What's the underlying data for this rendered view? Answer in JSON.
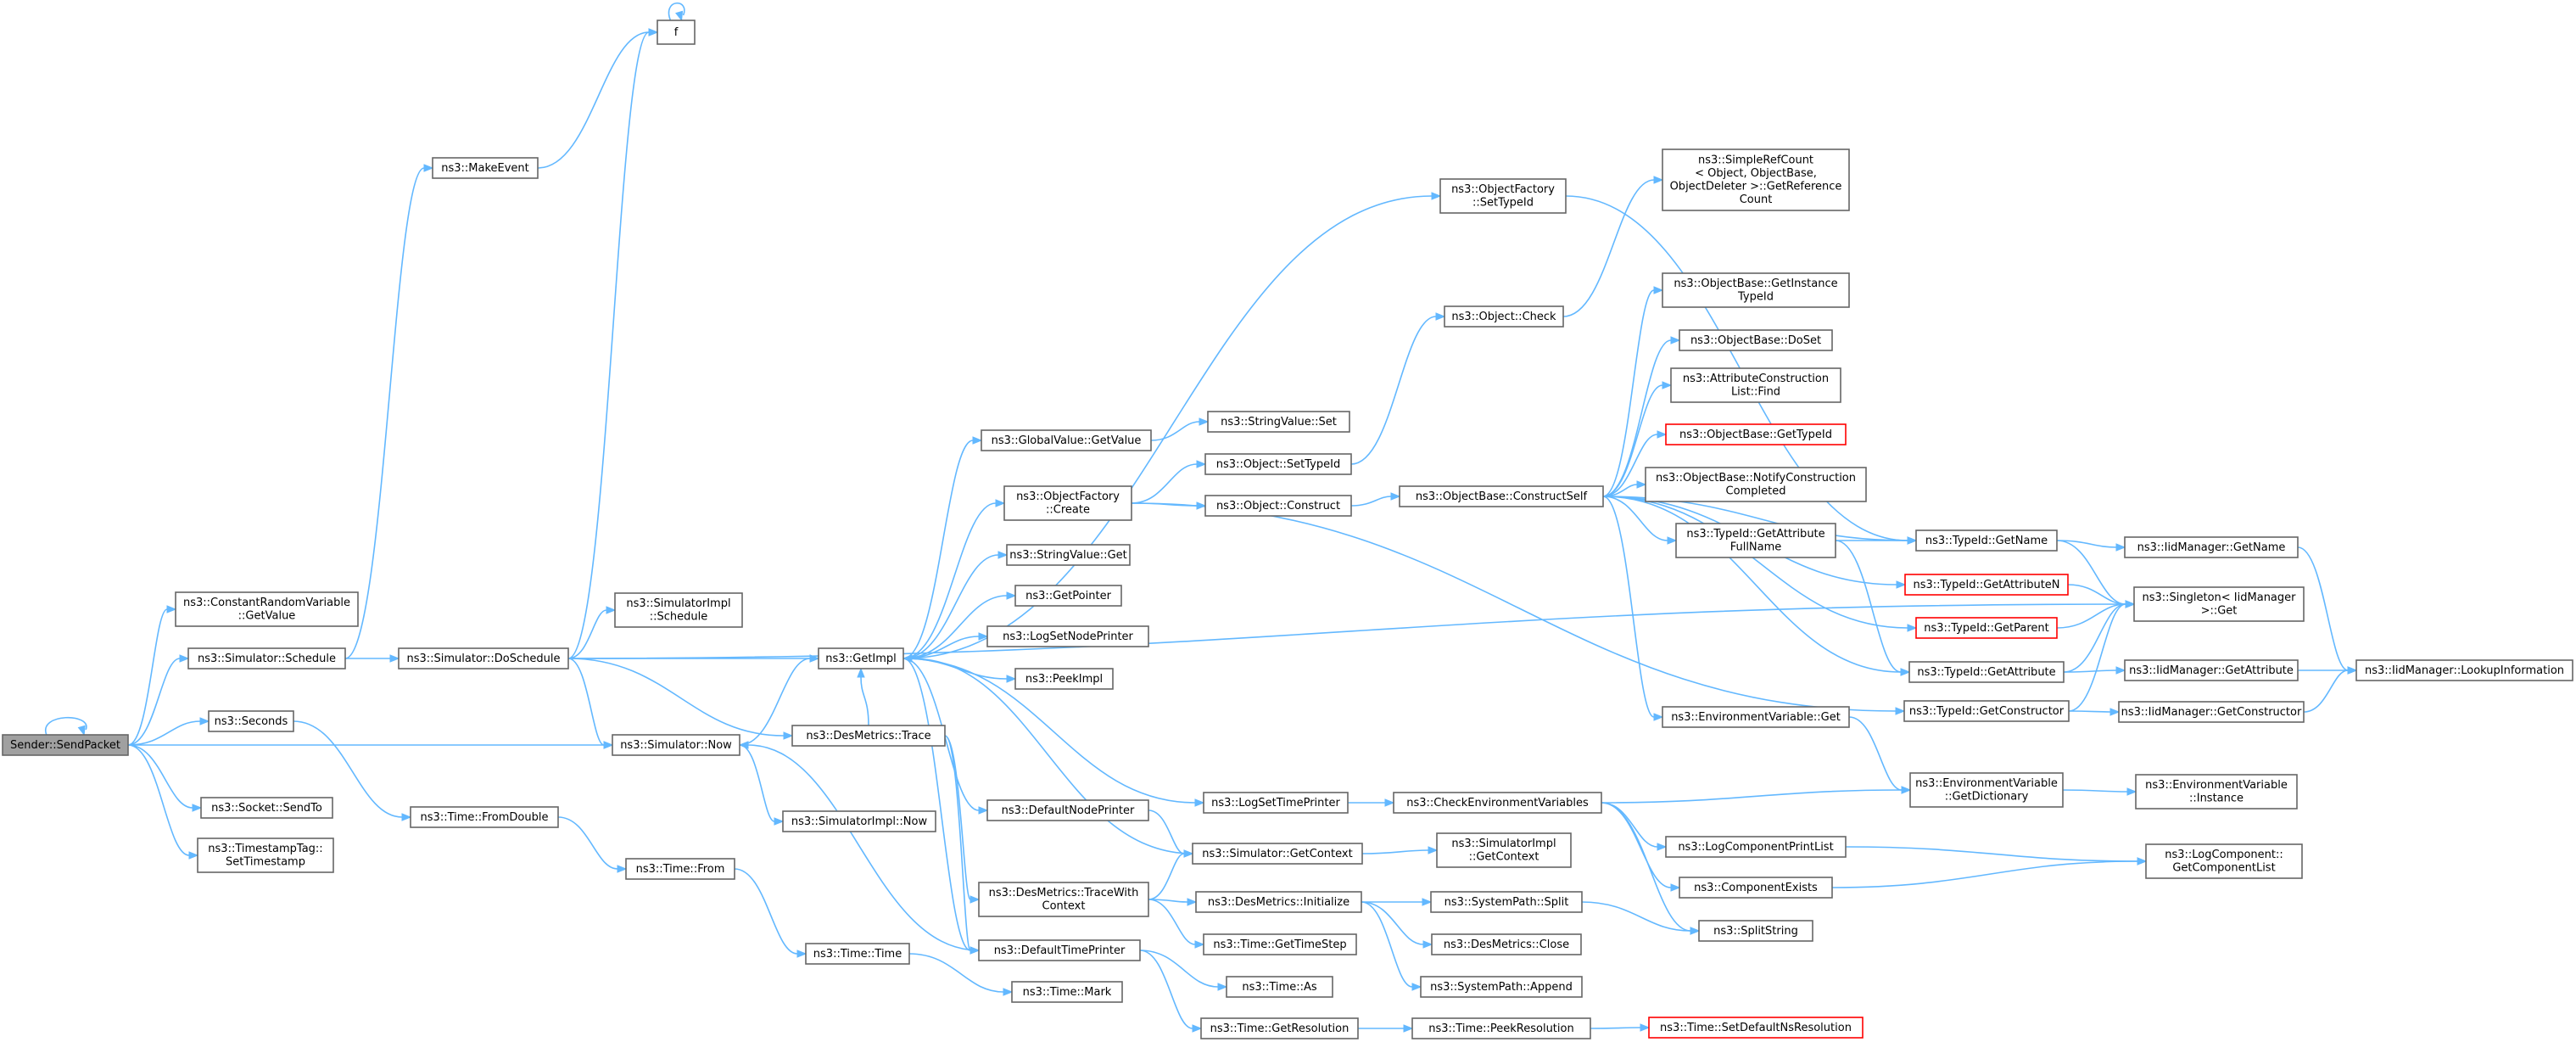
{
  "graph": {
    "edge_color": "#63b8ff",
    "node_border_color": "#666666",
    "root_fill_color": "#a0a0a0",
    "truncated_border_color": "#ff0000",
    "nodes": [
      {
        "id": "sendpacket",
        "lines": [
          "Sender::SendPacket"
        ],
        "root": true
      },
      {
        "id": "crv_getvalue",
        "lines": [
          "ns3::ConstantRandomVariable",
          "::GetValue"
        ]
      },
      {
        "id": "sim_schedule",
        "lines": [
          "ns3::Simulator::Schedule"
        ]
      },
      {
        "id": "seconds",
        "lines": [
          "ns3::Seconds"
        ]
      },
      {
        "id": "socket_sendto",
        "lines": [
          "ns3::Socket::SendTo"
        ]
      },
      {
        "id": "tstag",
        "lines": [
          "ns3::TimestampTag::",
          "SetTimestamp"
        ]
      },
      {
        "id": "makeevent",
        "lines": [
          "ns3::MakeEvent"
        ]
      },
      {
        "id": "f",
        "lines": [
          "f"
        ]
      },
      {
        "id": "doschedule",
        "lines": [
          "ns3::Simulator::DoSchedule"
        ]
      },
      {
        "id": "time_fromdouble",
        "lines": [
          "ns3::Time::FromDouble"
        ]
      },
      {
        "id": "simimpl_schedule",
        "lines": [
          "ns3::SimulatorImpl",
          "::Schedule"
        ]
      },
      {
        "id": "sim_now",
        "lines": [
          "ns3::Simulator::Now"
        ]
      },
      {
        "id": "simimpl_now",
        "lines": [
          "ns3::SimulatorImpl::Now"
        ]
      },
      {
        "id": "time_from",
        "lines": [
          "ns3::Time::From"
        ]
      },
      {
        "id": "time_time",
        "lines": [
          "ns3::Time::Time"
        ]
      },
      {
        "id": "time_mark",
        "lines": [
          "ns3::Time::Mark"
        ]
      },
      {
        "id": "getimpl",
        "lines": [
          "ns3::GetImpl"
        ]
      },
      {
        "id": "desmetrics_trace",
        "lines": [
          "ns3::DesMetrics::Trace"
        ]
      },
      {
        "id": "gv_getvalue",
        "lines": [
          "ns3::GlobalValue::GetValue"
        ]
      },
      {
        "id": "of_create",
        "lines": [
          "ns3::ObjectFactory",
          "::Create"
        ]
      },
      {
        "id": "sv_get",
        "lines": [
          "ns3::StringValue::Get"
        ]
      },
      {
        "id": "getpointer",
        "lines": [
          "ns3::GetPointer"
        ]
      },
      {
        "id": "logsetnodeprinter",
        "lines": [
          "ns3::LogSetNodePrinter"
        ]
      },
      {
        "id": "peekimpl",
        "lines": [
          "ns3::PeekImpl"
        ]
      },
      {
        "id": "defaultnodeprinter",
        "lines": [
          "ns3::DefaultNodePrinter"
        ]
      },
      {
        "id": "dm_tracewith",
        "lines": [
          "ns3::DesMetrics::TraceWith",
          "Context"
        ]
      },
      {
        "id": "defaulttimeprinter",
        "lines": [
          "ns3::DefaultTimePrinter"
        ]
      },
      {
        "id": "sv_set",
        "lines": [
          "ns3::StringValue::Set"
        ]
      },
      {
        "id": "obj_settypeid",
        "lines": [
          "ns3::Object::SetTypeId"
        ]
      },
      {
        "id": "obj_construct",
        "lines": [
          "ns3::Object::Construct"
        ]
      },
      {
        "id": "logsettimeprinter",
        "lines": [
          "ns3::LogSetTimePrinter"
        ]
      },
      {
        "id": "sim_getcontext",
        "lines": [
          "ns3::Simulator::GetContext"
        ]
      },
      {
        "id": "dm_initialize",
        "lines": [
          "ns3::DesMetrics::Initialize"
        ]
      },
      {
        "id": "time_gettimestep",
        "lines": [
          "ns3::Time::GetTimeStep"
        ]
      },
      {
        "id": "time_as",
        "lines": [
          "ns3::Time::As"
        ]
      },
      {
        "id": "time_getresolution",
        "lines": [
          "ns3::Time::GetResolution"
        ]
      },
      {
        "id": "of_settypeid",
        "lines": [
          "ns3::ObjectFactory",
          "::SetTypeId"
        ]
      },
      {
        "id": "obj_check",
        "lines": [
          "ns3::Object::Check"
        ]
      },
      {
        "id": "ob_constructself",
        "lines": [
          "ns3::ObjectBase::ConstructSelf"
        ]
      },
      {
        "id": "checkenvvars",
        "lines": [
          "ns3::CheckEnvironmentVariables"
        ]
      },
      {
        "id": "simimpl_getcontext",
        "lines": [
          "ns3::SimulatorImpl",
          "::GetContext"
        ]
      },
      {
        "id": "sp_split",
        "lines": [
          "ns3::SystemPath::Split"
        ]
      },
      {
        "id": "dm_close",
        "lines": [
          "ns3::DesMetrics::Close"
        ]
      },
      {
        "id": "sp_append",
        "lines": [
          "ns3::SystemPath::Append"
        ]
      },
      {
        "id": "time_peekres",
        "lines": [
          "ns3::Time::PeekResolution"
        ]
      },
      {
        "id": "simplerefcount",
        "lines": [
          "ns3::SimpleRefCount",
          "< Object, ObjectBase,",
          "ObjectDeleter >::GetReference",
          "Count"
        ]
      },
      {
        "id": "ob_getinstancetypeid",
        "lines": [
          "ns3::ObjectBase::GetInstance",
          "TypeId"
        ]
      },
      {
        "id": "ob_doset",
        "lines": [
          "ns3::ObjectBase::DoSet"
        ]
      },
      {
        "id": "attrconstrlist",
        "lines": [
          "ns3::AttributeConstruction",
          "List::Find"
        ]
      },
      {
        "id": "ob_gettypeid",
        "lines": [
          "ns3::ObjectBase::GetTypeId"
        ],
        "truncated": true
      },
      {
        "id": "ob_notifyconstr",
        "lines": [
          "ns3::ObjectBase::NotifyConstruction",
          "Completed"
        ]
      },
      {
        "id": "tid_getattrfullname",
        "lines": [
          "ns3::TypeId::GetAttribute",
          "FullName"
        ]
      },
      {
        "id": "ev_get",
        "lines": [
          "ns3::EnvironmentVariable::Get"
        ]
      },
      {
        "id": "logcompprintlist",
        "lines": [
          "ns3::LogComponentPrintList"
        ]
      },
      {
        "id": "componentexists",
        "lines": [
          "ns3::ComponentExists"
        ]
      },
      {
        "id": "splitstring",
        "lines": [
          "ns3::SplitString"
        ]
      },
      {
        "id": "time_setdefaultns",
        "lines": [
          "ns3::Time::SetDefaultNsResolution"
        ],
        "truncated": true
      },
      {
        "id": "tid_getname",
        "lines": [
          "ns3::TypeId::GetName"
        ]
      },
      {
        "id": "tid_getattributen",
        "lines": [
          "ns3::TypeId::GetAttributeN"
        ],
        "truncated": true
      },
      {
        "id": "tid_getparent",
        "lines": [
          "ns3::TypeId::GetParent"
        ],
        "truncated": true
      },
      {
        "id": "tid_getattribute",
        "lines": [
          "ns3::TypeId::GetAttribute"
        ]
      },
      {
        "id": "tid_getconstructor",
        "lines": [
          "ns3::TypeId::GetConstructor"
        ]
      },
      {
        "id": "ev_getdictionary",
        "lines": [
          "ns3::EnvironmentVariable",
          "::GetDictionary"
        ]
      },
      {
        "id": "logcomp_getlist",
        "lines": [
          "ns3::LogComponent::",
          "GetComponentList"
        ]
      },
      {
        "id": "iid_getname",
        "lines": [
          "ns3::IidManager::GetName"
        ]
      },
      {
        "id": "singleton_get",
        "lines": [
          "ns3::Singleton< IidManager",
          ">::Get"
        ]
      },
      {
        "id": "iid_getattribute",
        "lines": [
          "ns3::IidManager::GetAttribute"
        ]
      },
      {
        "id": "iid_getconstructor",
        "lines": [
          "ns3::IidManager::GetConstructor"
        ]
      },
      {
        "id": "ev_instance",
        "lines": [
          "ns3::EnvironmentVariable",
          "::Instance"
        ]
      },
      {
        "id": "iid_lookupinfo",
        "lines": [
          "ns3::IidManager::LookupInformation"
        ]
      }
    ],
    "edges": [
      [
        "sendpacket",
        "sendpacket"
      ],
      [
        "sendpacket",
        "crv_getvalue"
      ],
      [
        "sendpacket",
        "sim_schedule"
      ],
      [
        "sendpacket",
        "sim_now"
      ],
      [
        "sendpacket",
        "seconds"
      ],
      [
        "sendpacket",
        "socket_sendto"
      ],
      [
        "sendpacket",
        "tstag"
      ],
      [
        "sim_schedule",
        "makeevent"
      ],
      [
        "sim_schedule",
        "doschedule"
      ],
      [
        "makeevent",
        "f"
      ],
      [
        "f",
        "f"
      ],
      [
        "doschedule",
        "f"
      ],
      [
        "doschedule",
        "simimpl_schedule"
      ],
      [
        "doschedule",
        "getimpl"
      ],
      [
        "doschedule",
        "sim_now"
      ],
      [
        "doschedule",
        "desmetrics_trace"
      ],
      [
        "doschedule",
        "singleton_get"
      ],
      [
        "seconds",
        "time_fromdouble"
      ],
      [
        "time_fromdouble",
        "time_from"
      ],
      [
        "time_from",
        "time_time"
      ],
      [
        "time_time",
        "time_mark"
      ],
      [
        "sim_now",
        "getimpl"
      ],
      [
        "sim_now",
        "simimpl_now"
      ],
      [
        "desmetrics_trace",
        "getimpl"
      ],
      [
        "desmetrics_trace",
        "dm_tracewith"
      ],
      [
        "desmetrics_trace",
        "defaulttimeprinter"
      ],
      [
        "getimpl",
        "gv_getvalue"
      ],
      [
        "getimpl",
        "of_create"
      ],
      [
        "getimpl",
        "sv_get"
      ],
      [
        "getimpl",
        "getpointer"
      ],
      [
        "getimpl",
        "logsetnodeprinter"
      ],
      [
        "getimpl",
        "peekimpl"
      ],
      [
        "getimpl",
        "defaultnodeprinter"
      ],
      [
        "getimpl",
        "logsettimeprinter"
      ],
      [
        "getimpl",
        "defaulttimeprinter"
      ],
      [
        "getimpl",
        "of_settypeid"
      ],
      [
        "gv_getvalue",
        "sv_set"
      ],
      [
        "of_create",
        "obj_settypeid"
      ],
      [
        "of_create",
        "obj_construct"
      ],
      [
        "of_create",
        "tid_getconstructor"
      ],
      [
        "obj_settypeid",
        "obj_check"
      ],
      [
        "obj_construct",
        "ob_constructself"
      ],
      [
        "obj_check",
        "simplerefcount"
      ],
      [
        "of_settypeid",
        "tid_getname"
      ],
      [
        "defaultnodeprinter",
        "sim_getcontext"
      ],
      [
        "dm_tracewith",
        "dm_initialize"
      ],
      [
        "dm_tracewith",
        "time_gettimestep"
      ],
      [
        "dm_tracewith",
        "sim_getcontext"
      ],
      [
        "defaulttimeprinter",
        "sim_now"
      ],
      [
        "defaulttimeprinter",
        "time_as"
      ],
      [
        "defaulttimeprinter",
        "time_getresolution"
      ],
      [
        "sim_getcontext",
        "getimpl"
      ],
      [
        "sim_getcontext",
        "simimpl_getcontext"
      ],
      [
        "logsettimeprinter",
        "checkenvvars"
      ],
      [
        "dm_initialize",
        "sp_split"
      ],
      [
        "dm_initialize",
        "dm_close"
      ],
      [
        "dm_initialize",
        "sp_append"
      ],
      [
        "time_getresolution",
        "time_peekres"
      ],
      [
        "time_peekres",
        "time_setdefaultns"
      ],
      [
        "ob_constructself",
        "ob_getinstancetypeid"
      ],
      [
        "ob_constructself",
        "ob_doset"
      ],
      [
        "ob_constructself",
        "attrconstrlist"
      ],
      [
        "ob_constructself",
        "ob_gettypeid"
      ],
      [
        "ob_constructself",
        "ob_notifyconstr"
      ],
      [
        "ob_constructself",
        "tid_getattrfullname"
      ],
      [
        "ob_constructself",
        "tid_getattributen"
      ],
      [
        "ob_constructself",
        "tid_getparent"
      ],
      [
        "ob_constructself",
        "tid_getattribute"
      ],
      [
        "ob_constructself",
        "ev_get"
      ],
      [
        "ob_constructself",
        "tid_getname"
      ],
      [
        "tid_getattrfullname",
        "tid_getname"
      ],
      [
        "tid_getattrfullname",
        "tid_getattribute"
      ],
      [
        "checkenvvars",
        "ev_getdictionary"
      ],
      [
        "checkenvvars",
        "logcompprintlist"
      ],
      [
        "checkenvvars",
        "componentexists"
      ],
      [
        "checkenvvars",
        "splitstring"
      ],
      [
        "sp_split",
        "splitstring"
      ],
      [
        "ev_get",
        "ev_getdictionary"
      ],
      [
        "logcompprintlist",
        "logcomp_getlist"
      ],
      [
        "componentexists",
        "logcomp_getlist"
      ],
      [
        "ev_getdictionary",
        "ev_instance"
      ],
      [
        "tid_getname",
        "iid_getname"
      ],
      [
        "tid_getname",
        "singleton_get"
      ],
      [
        "tid_getattributen",
        "singleton_get"
      ],
      [
        "tid_getparent",
        "singleton_get"
      ],
      [
        "tid_getattribute",
        "singleton_get"
      ],
      [
        "tid_getattribute",
        "iid_getattribute"
      ],
      [
        "tid_getconstructor",
        "singleton_get"
      ],
      [
        "tid_getconstructor",
        "iid_getconstructor"
      ],
      [
        "iid_getname",
        "iid_lookupinfo"
      ],
      [
        "iid_getattribute",
        "iid_lookupinfo"
      ],
      [
        "iid_getconstructor",
        "iid_lookupinfo"
      ]
    ]
  }
}
